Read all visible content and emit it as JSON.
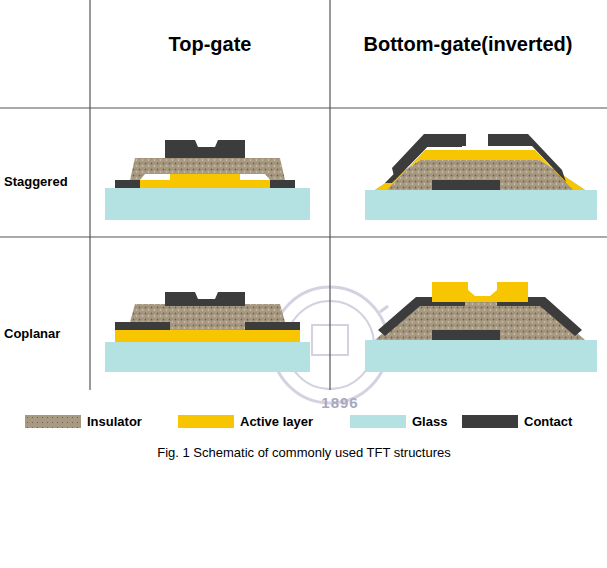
{
  "diagram": {
    "caption": "Fig. 1 Schematic of commonly used TFT structures",
    "labels": [
      "Top-gate",
      "Bottom-gate(inverted)",
      "Staggered",
      "Coplanar",
      "1896"
    ],
    "legend": [
      {
        "text": "Insulator",
        "color": "#a89a82"
      },
      {
        "text": "Active layer",
        "color": "#f7c600"
      },
      {
        "text": "Glass",
        "color": "#b4e2e2"
      },
      {
        "text": "Contact",
        "color": "#3c3c3c"
      }
    ]
  }
}
